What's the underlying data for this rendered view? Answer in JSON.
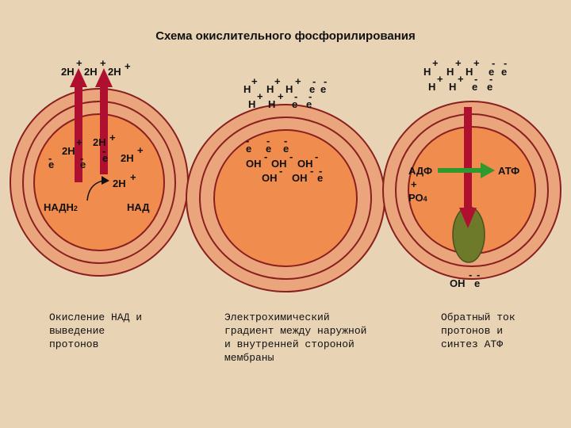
{
  "title": "Схема окислительного фосфорилирования",
  "colors": {
    "background": "#e9d3b5",
    "outer_membrane": "#e9a87f",
    "inner_fill": "#f08c4e",
    "membrane_line": "#8a1f1f",
    "arrow": "#b01030",
    "atp_arrow": "#2e9a2e",
    "atp_synthase": "#6d7a2a"
  },
  "panel1": {
    "top_charges": [
      "2Н",
      "2Н",
      "2Н"
    ],
    "inner_labels": [
      "2Н",
      "2Н",
      "е",
      "е",
      "е",
      "2Н",
      "2Н"
    ],
    "nadh": "НАДН",
    "nadh_sub": "2",
    "nad": "НАД",
    "caption": "Окисление НАД и\nвыведение\nпротонов",
    "arrow_icon": "red-up-arrow",
    "curve_icon": "curved-arrow-icon"
  },
  "panel2": {
    "top_row1": [
      "Н",
      "Н",
      "Н",
      "е",
      "е"
    ],
    "top_row2": [
      "Н",
      "Н",
      "е",
      "е"
    ],
    "inner_row1": [
      "е",
      "е",
      "е"
    ],
    "inner_row2": [
      "ОН",
      "ОН",
      "ОН"
    ],
    "inner_row3": [
      "ОН",
      "ОН",
      "е"
    ],
    "caption": "Электрохимический\nградиент между наружной\nи внутренней стороной\nмембраны"
  },
  "panel3": {
    "top_row1": [
      "Н",
      "Н",
      "Н",
      "е",
      "е"
    ],
    "top_row2": [
      "Н",
      "Н",
      "е",
      "е"
    ],
    "adf": "АДФ",
    "plus": "+",
    "po4": "РО",
    "po4_sub": "4",
    "atf": "АТФ",
    "bottom": [
      "ОН",
      "е"
    ],
    "caption": "Обратный ток\nпротонов и\nсинтез АТФ",
    "synthase_icon": "atp-synthase-icon",
    "green_arrow_icon": "green-right-arrow"
  }
}
